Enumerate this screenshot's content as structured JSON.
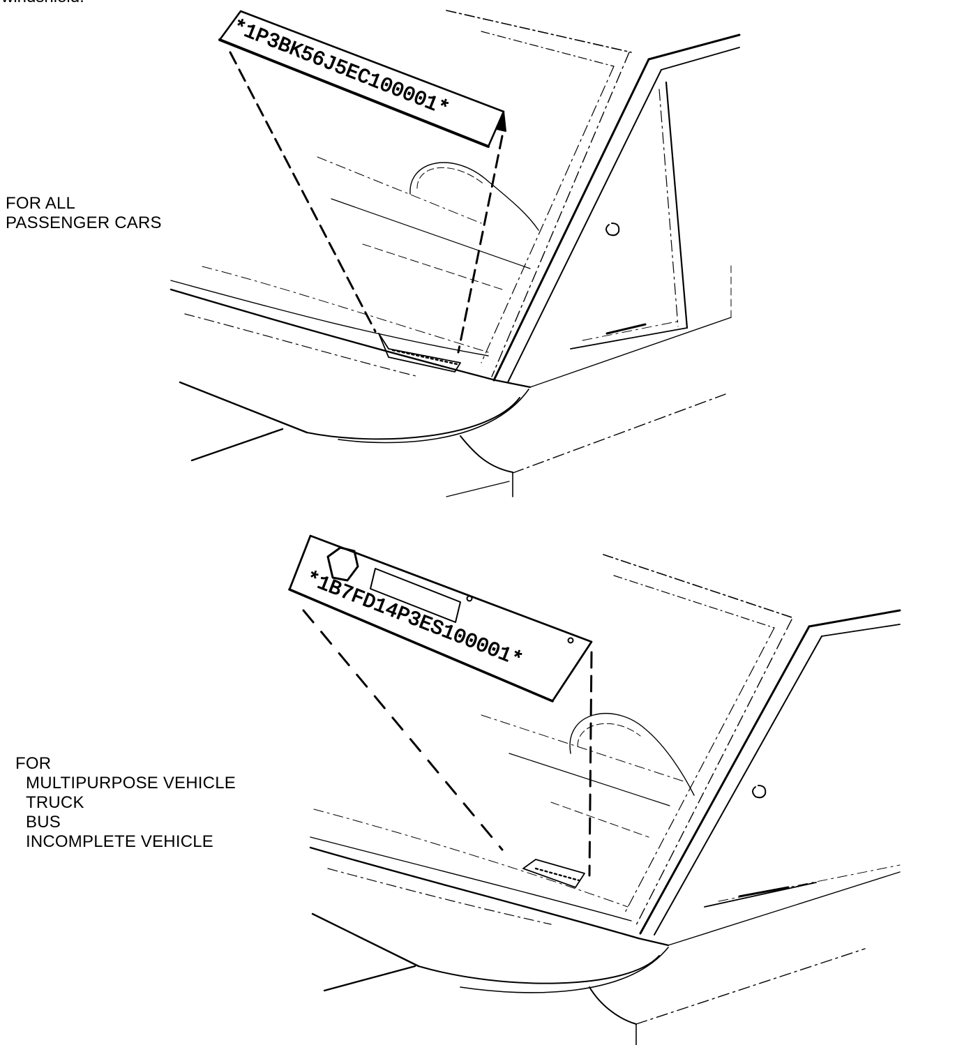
{
  "top_fragment": "windshield.",
  "panel_top": {
    "caption_lines": [
      "FOR ALL",
      "PASSENGER CARS"
    ],
    "vin_label": "*1P3BK56J5EC100001*"
  },
  "panel_bottom": {
    "caption_lines": [
      "FOR",
      "MULTIPURPOSE VEHICLE",
      "TRUCK",
      "BUS",
      "INCOMPLETE VEHICLE"
    ],
    "vin_label": "*1B7FD14P3ES100001*"
  },
  "colors": {
    "ink": "#000000",
    "paper": "#ffffff"
  }
}
